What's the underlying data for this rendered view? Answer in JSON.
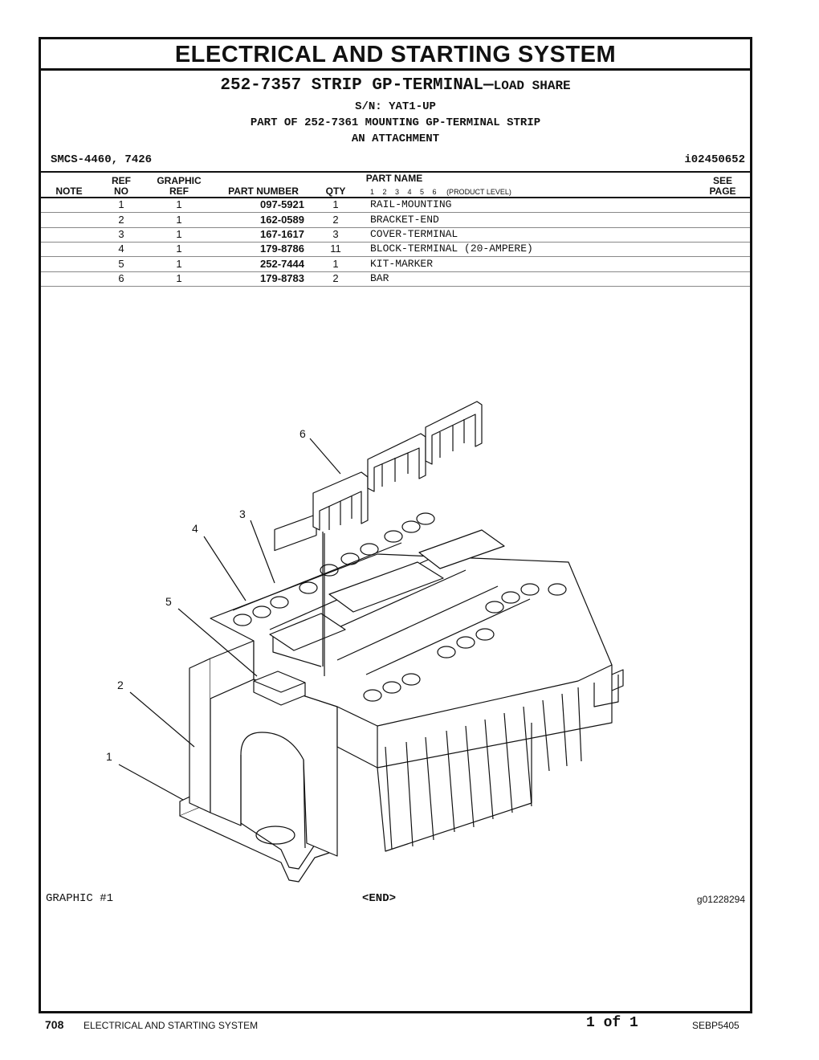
{
  "header": {
    "title": "ELECTRICAL AND STARTING SYSTEM",
    "part_title_main": "252-7357 STRIP GP-TERMINAL",
    "part_title_dash": "—",
    "part_title_sub": "LOAD SHARE",
    "serial": "S/N: YAT1-UP",
    "part_of": "PART OF 252-7361 MOUNTING GP-TERMINAL STRIP",
    "attachment": "AN ATTACHMENT",
    "smcs": "SMCS-4460, 7426",
    "illustration_id": "i02450652"
  },
  "table": {
    "headers": {
      "note": "NOTE",
      "ref_top": "REF",
      "ref_bottom": "NO",
      "graphic_top": "GRAPHIC",
      "graphic_bottom": "REF",
      "part_number": "PART NUMBER",
      "qty": "QTY",
      "part_name": "PART NAME",
      "levels": "1 2 3 4 5 6",
      "product_level": "(PRODUCT LEVEL)",
      "see_top": "SEE",
      "see_bottom": "PAGE"
    },
    "rows": [
      {
        "ref": "1",
        "graphic_ref": "1",
        "part_number": "097-5921",
        "qty": "1",
        "name": "RAIL-MOUNTING"
      },
      {
        "ref": "2",
        "graphic_ref": "1",
        "part_number": "162-0589",
        "qty": "2",
        "name": "BRACKET-END"
      },
      {
        "ref": "3",
        "graphic_ref": "1",
        "part_number": "167-1617",
        "qty": "3",
        "name": "COVER-TERMINAL"
      },
      {
        "ref": "4",
        "graphic_ref": "1",
        "part_number": "179-8786",
        "qty": "11",
        "name": "BLOCK-TERMINAL (20-AMPERE)"
      },
      {
        "ref": "5",
        "graphic_ref": "1",
        "part_number": "252-7444",
        "qty": "1",
        "name": "KIT-MARKER"
      },
      {
        "ref": "6",
        "graphic_ref": "1",
        "part_number": "179-8783",
        "qty": "2",
        "name": "BAR"
      }
    ]
  },
  "illustration": {
    "callouts": [
      "1",
      "2",
      "3",
      "4",
      "5",
      "6"
    ],
    "graphic_label": "GRAPHIC #1",
    "end_label": "<END>",
    "graphic_id": "g01228294"
  },
  "footer": {
    "page_number": "708",
    "section": "ELECTRICAL AND STARTING SYSTEM",
    "pages": "1 of 1",
    "doc_id": "SEBP5405"
  }
}
